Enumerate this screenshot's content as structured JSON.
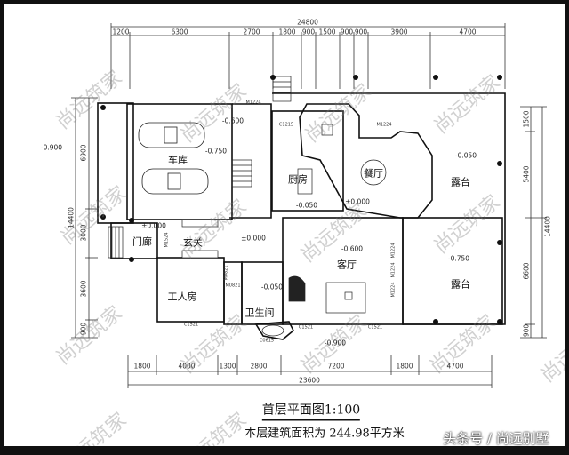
{
  "drawing": {
    "title": "首层平面图1:100",
    "area_note": "本层建筑面积为 244.98平方米",
    "credit": "头条号 / 尚远别墅",
    "watermark": "尚远筑家"
  },
  "dimensions": {
    "top_total": "24800",
    "top": [
      "1200",
      "6300",
      "2700",
      "1800",
      "900",
      "1500",
      "900",
      "900",
      "3900",
      "4700"
    ],
    "bottom_total": "23600",
    "bottom": [
      "1800",
      "4000",
      "1300",
      "2800",
      "7200",
      "1800",
      "4700"
    ],
    "left_total": "14400",
    "left": [
      "6900",
      "3000",
      "3600",
      "900"
    ],
    "right_total": "14400",
    "right": [
      "1500",
      "5400",
      "6600",
      "900"
    ]
  },
  "rooms": {
    "garage": "车库",
    "kitchen": "厨房",
    "dining": "餐厅",
    "terrace_upper": "露台",
    "terrace_lower": "露台",
    "living": "客厅",
    "porch": "门廊",
    "foyer": "玄关",
    "servant_room": "工人房",
    "bathroom": "卫生间"
  },
  "elevations": {
    "outside_left": "-0.900",
    "garage": "-0.750",
    "garage_stair": "-0.600",
    "porch": "±0.000",
    "hall": "±0.000",
    "kitchen": "-0.050",
    "dining": "±0.000",
    "terrace_upper": "-0.050",
    "living": "-0.600",
    "terrace_lower": "-0.750",
    "bathroom": "-0.050",
    "outside_bottom": "-0.900"
  },
  "openings": {
    "m1224_top": "M1224",
    "m1224_dining": "M1224",
    "m1224_a": "M1224",
    "m1224_b": "M1224",
    "m1224_c": "M1224",
    "m1524": "M1524",
    "c1215": "C1215",
    "c1521_a": "C1521",
    "c1521_b": "C1521",
    "c1521_c": "C1521",
    "c0615": "C0615",
    "m0821_a": "M0821",
    "m0821_b": "M0821"
  }
}
